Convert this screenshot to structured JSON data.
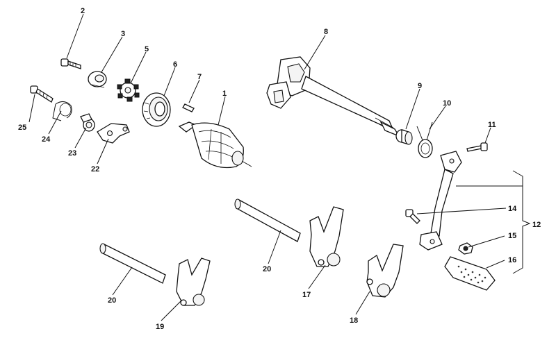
{
  "diagram": {
    "callouts": [
      {
        "id": "c1",
        "text": "1"
      },
      {
        "id": "c2",
        "text": "2"
      },
      {
        "id": "c3",
        "text": "3"
      },
      {
        "id": "c5",
        "text": "5"
      },
      {
        "id": "c6",
        "text": "6"
      },
      {
        "id": "c7",
        "text": "7"
      },
      {
        "id": "c8",
        "text": "8"
      },
      {
        "id": "c9",
        "text": "9"
      },
      {
        "id": "c10",
        "text": "10"
      },
      {
        "id": "c11",
        "text": "11"
      },
      {
        "id": "c12",
        "text": "12"
      },
      {
        "id": "c14",
        "text": "14"
      },
      {
        "id": "c15",
        "text": "15"
      },
      {
        "id": "c16",
        "text": "16"
      },
      {
        "id": "c17",
        "text": "17"
      },
      {
        "id": "c18",
        "text": "18"
      },
      {
        "id": "c19",
        "text": "19"
      },
      {
        "id": "c20a",
        "text": "20"
      },
      {
        "id": "c20b",
        "text": "20"
      },
      {
        "id": "c22",
        "text": "22"
      },
      {
        "id": "c23",
        "text": "23"
      },
      {
        "id": "c24",
        "text": "24"
      },
      {
        "id": "c25",
        "text": "25"
      }
    ]
  }
}
